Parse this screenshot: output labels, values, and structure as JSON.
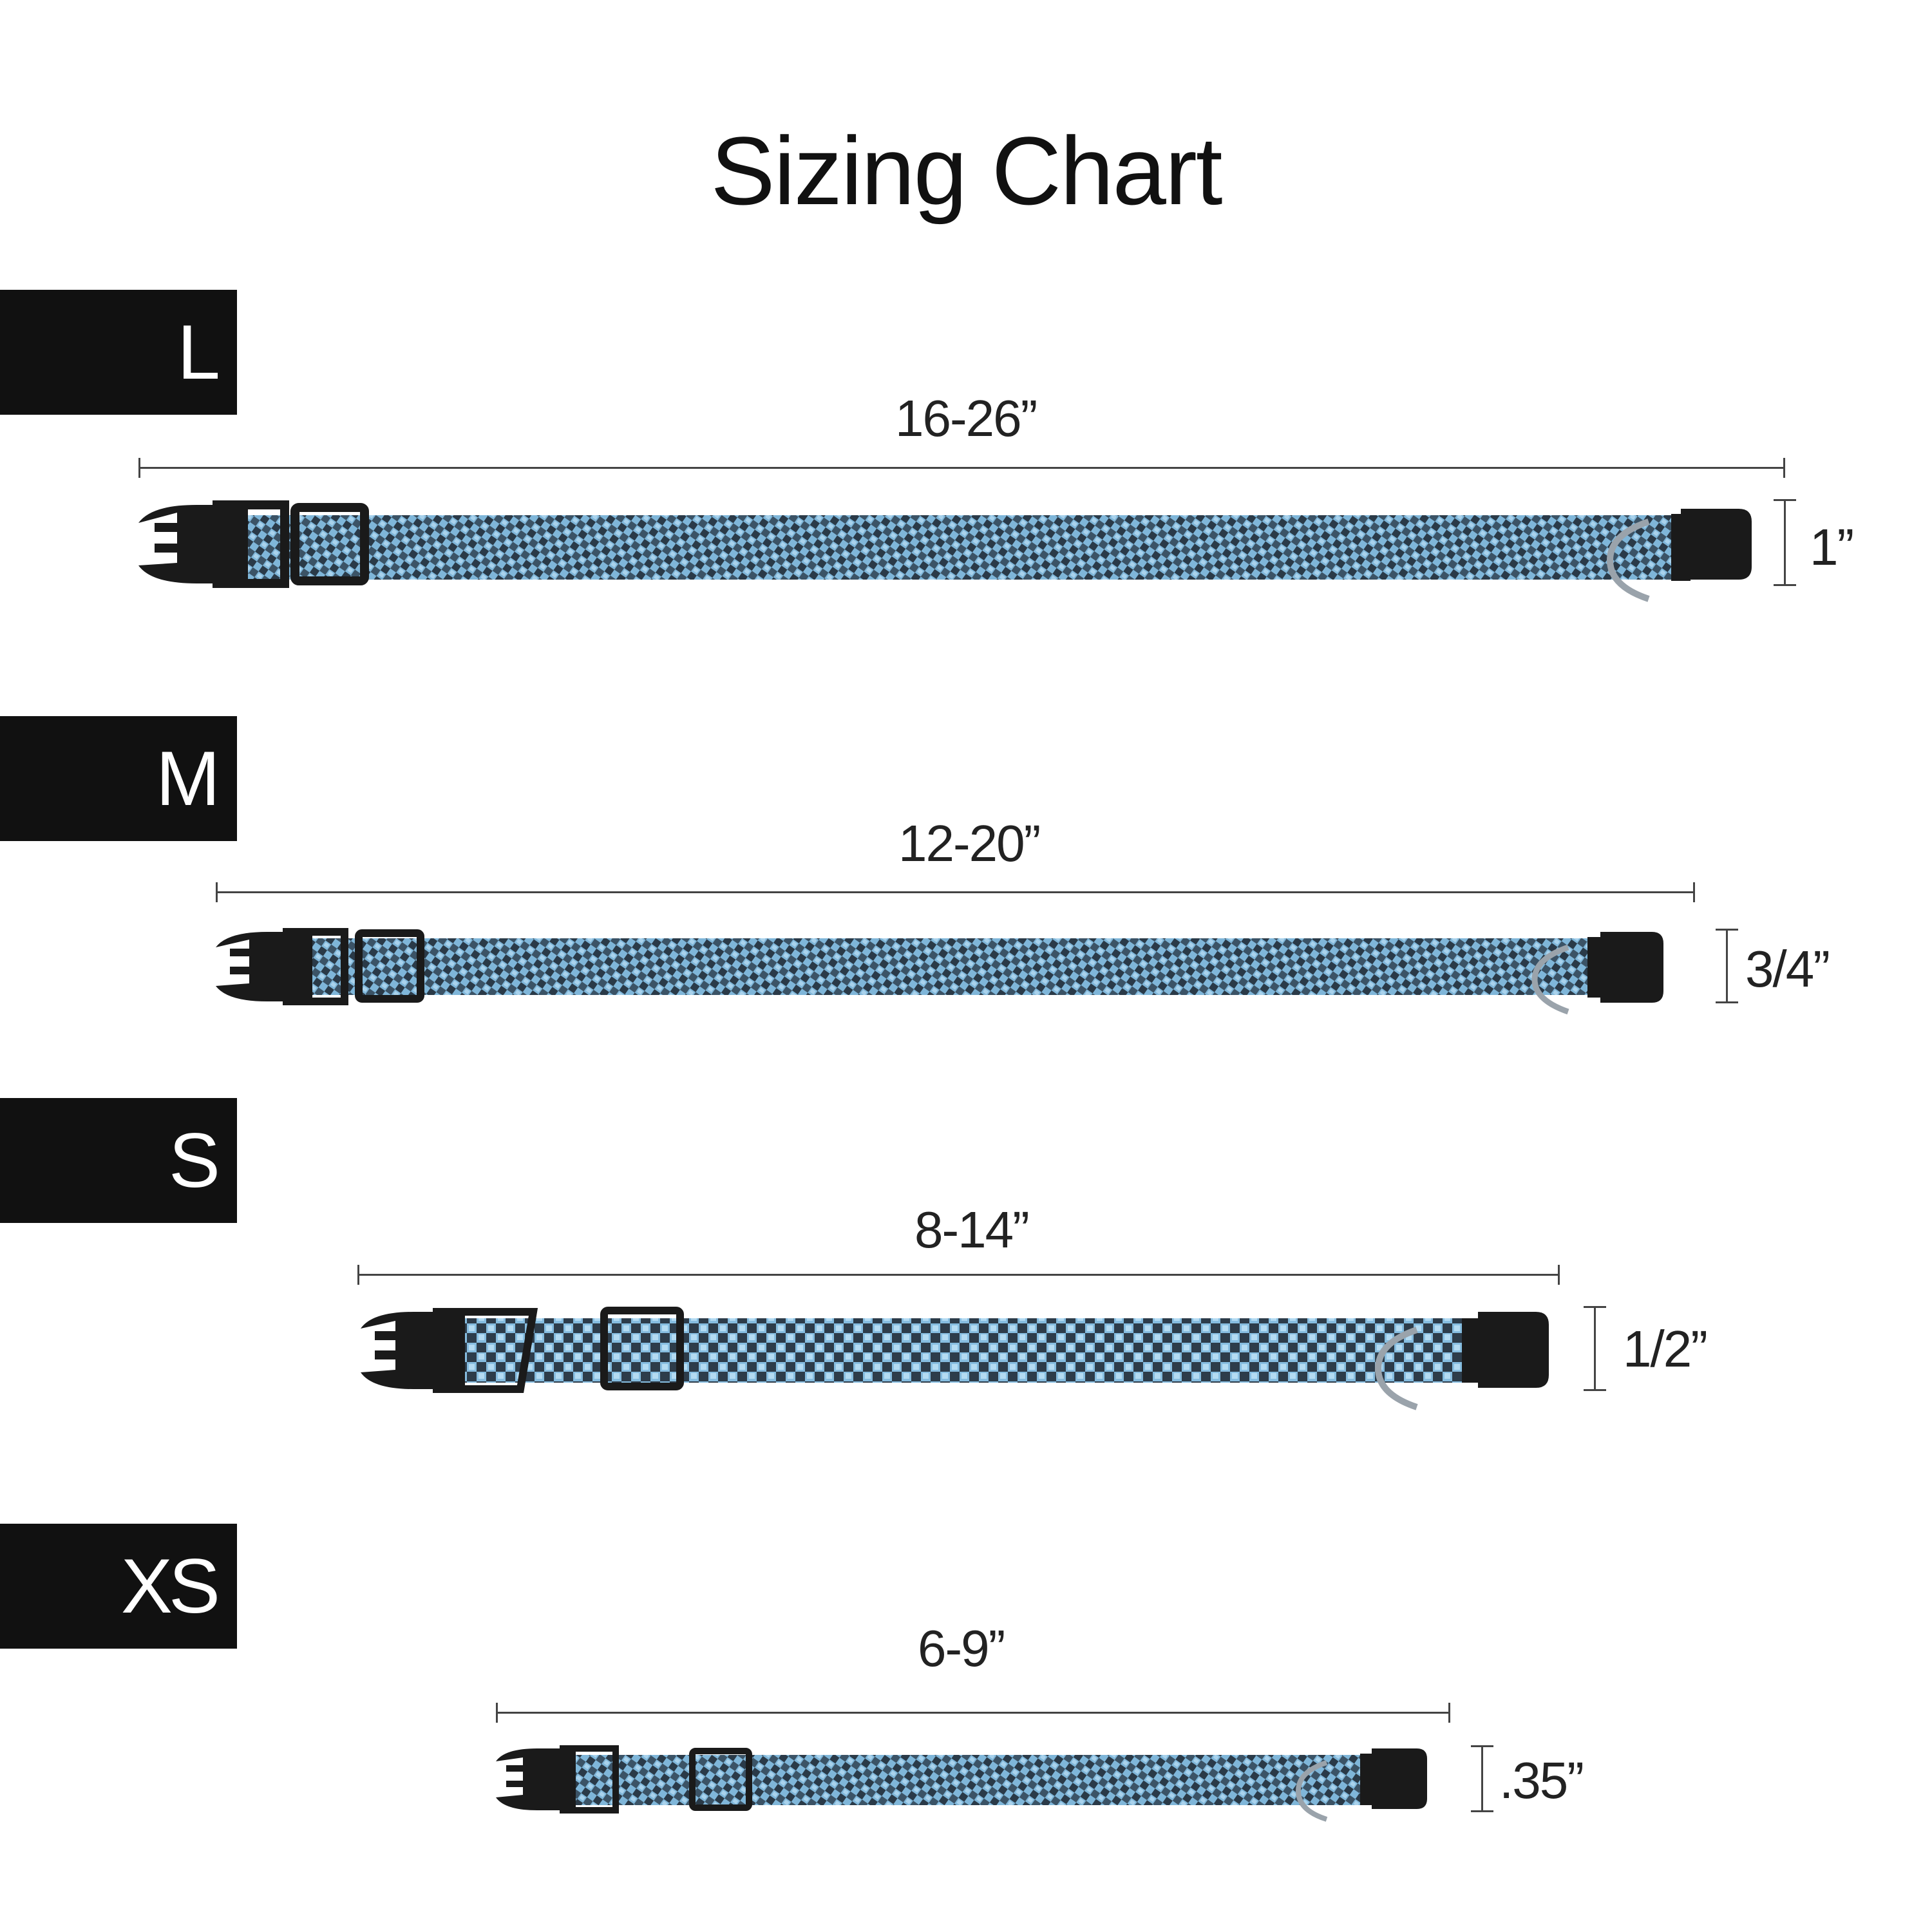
{
  "title": "Sizing Chart",
  "colors": {
    "strap_light": "#7fb6d9",
    "strap_dark": "#2a3a48",
    "hardware": "#1a1a1a",
    "label_bg": "#111111"
  },
  "sizes": [
    {
      "label": "L",
      "length": "16-26”",
      "width": "1”"
    },
    {
      "label": "M",
      "length": "12-20”",
      "width": "3/4”"
    },
    {
      "label": "S",
      "length": "8-14”",
      "width": "1/2”"
    },
    {
      "label": "XS",
      "length": "6-9”",
      "width": ".35”"
    }
  ]
}
